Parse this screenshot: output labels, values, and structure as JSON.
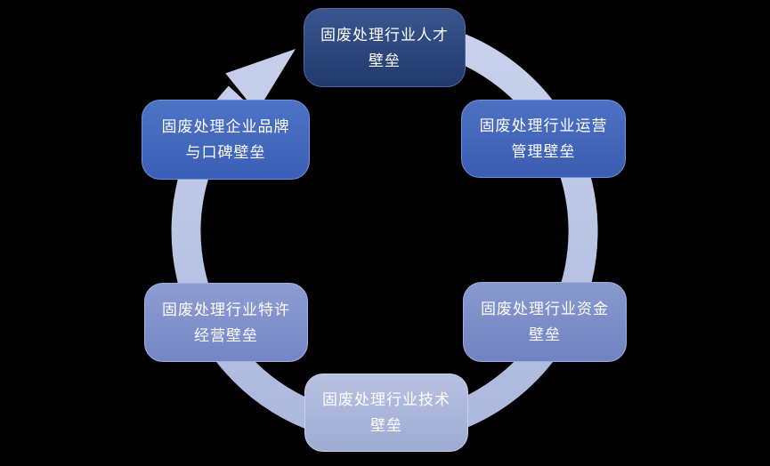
{
  "background_color": "#000000",
  "diagram": {
    "type": "cycle",
    "direction": "clockwise",
    "ring": {
      "gradient_start": "#c9d2ec",
      "gradient_end": "#acb9dd",
      "arrowhead_color": "#c4cdea"
    },
    "nodes": [
      {
        "id": "talent",
        "line1": "固废处理行业人才",
        "line2": "壁垒",
        "color_top": "#3b5590",
        "color_bottom": "#203a6d",
        "border_color": "#50699f"
      },
      {
        "id": "operations",
        "line1": "固废处理行业运营",
        "line2": "管理壁垒",
        "color_top": "#4d71c2",
        "color_bottom": "#3a5db2",
        "border_color": "#6f8fd6"
      },
      {
        "id": "capital",
        "line1": "固废处理行业资金",
        "line2": "壁垒",
        "color_top": "#8799ce",
        "color_bottom": "#7083c2",
        "border_color": "#a0aedd"
      },
      {
        "id": "technology",
        "line1": "固废处理行业技术",
        "line2": "壁垒",
        "color_top": "#b7c1e1",
        "color_bottom": "#9dabd5",
        "border_color": "#c8d1ea"
      },
      {
        "id": "franchise",
        "line1": "固废处理行业特许",
        "line2": "经营壁垒",
        "color_top": "#8d9cd1",
        "color_bottom": "#7486c6",
        "border_color": "#a5b2e0"
      },
      {
        "id": "brand",
        "line1": "固废处理企业品牌",
        "line2": "与口碑壁垒",
        "color_top": "#4d73c6",
        "color_bottom": "#3a5fb6",
        "border_color": "#7191d8"
      }
    ]
  }
}
